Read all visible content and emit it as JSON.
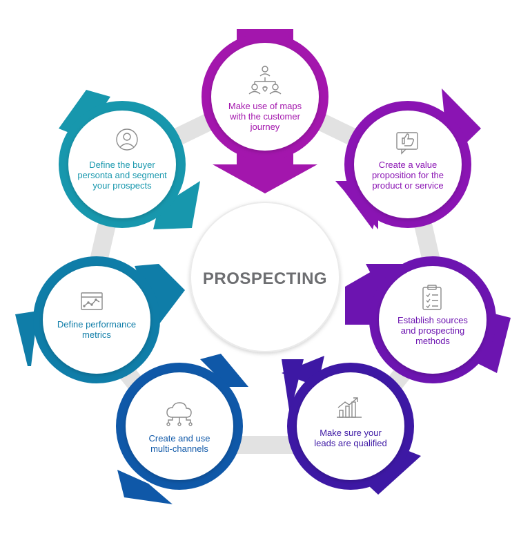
{
  "center": {
    "title": "PROSPECTING"
  },
  "steps": [
    {
      "label": "Make use of maps with the customer journey",
      "icon": "people-map-icon",
      "color": "#a316ad"
    },
    {
      "label": "Create a value proposition for the product or service",
      "icon": "thumbs-up-icon",
      "color": "#8a14b3"
    },
    {
      "label": "Establish sources and prospecting methods",
      "icon": "clipboard-checklist-icon",
      "color": "#6c14b0"
    },
    {
      "label": "Make sure your leads are qualified",
      "icon": "bar-chart-icon",
      "color": "#3d18a4"
    },
    {
      "label": "Create and use multi-channels",
      "icon": "cloud-network-icon",
      "color": "#0f58a8"
    },
    {
      "label": "Define performance metrics",
      "icon": "line-chart-icon",
      "color": "#0f7da8"
    },
    {
      "label": "Define the buyer personta and segment your prospects",
      "icon": "person-icon",
      "color": "#1797ad"
    }
  ],
  "colors": {
    "ring": "#e2e2e2",
    "center_text": "#6d6e71",
    "icon_stroke": "#8a8a8a"
  }
}
